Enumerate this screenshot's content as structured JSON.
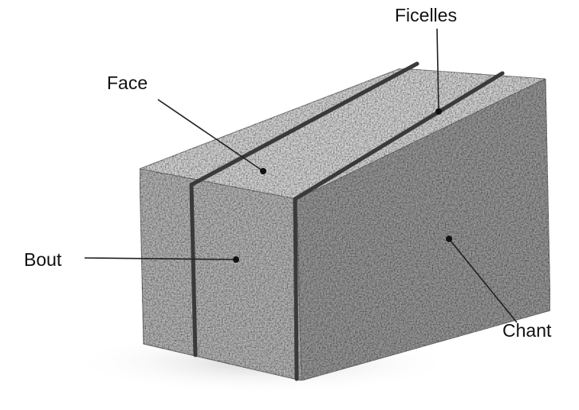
{
  "labels": {
    "face": "Face",
    "ficelles": "Ficelles",
    "bout": "Bout",
    "chant": "Chant"
  },
  "colors": {
    "face_top": "#d9d9d9",
    "bout_front": "#b8b8b8",
    "chant_side": "#9a9a9a",
    "string": "#3a3a3a",
    "leader": "#222222"
  }
}
